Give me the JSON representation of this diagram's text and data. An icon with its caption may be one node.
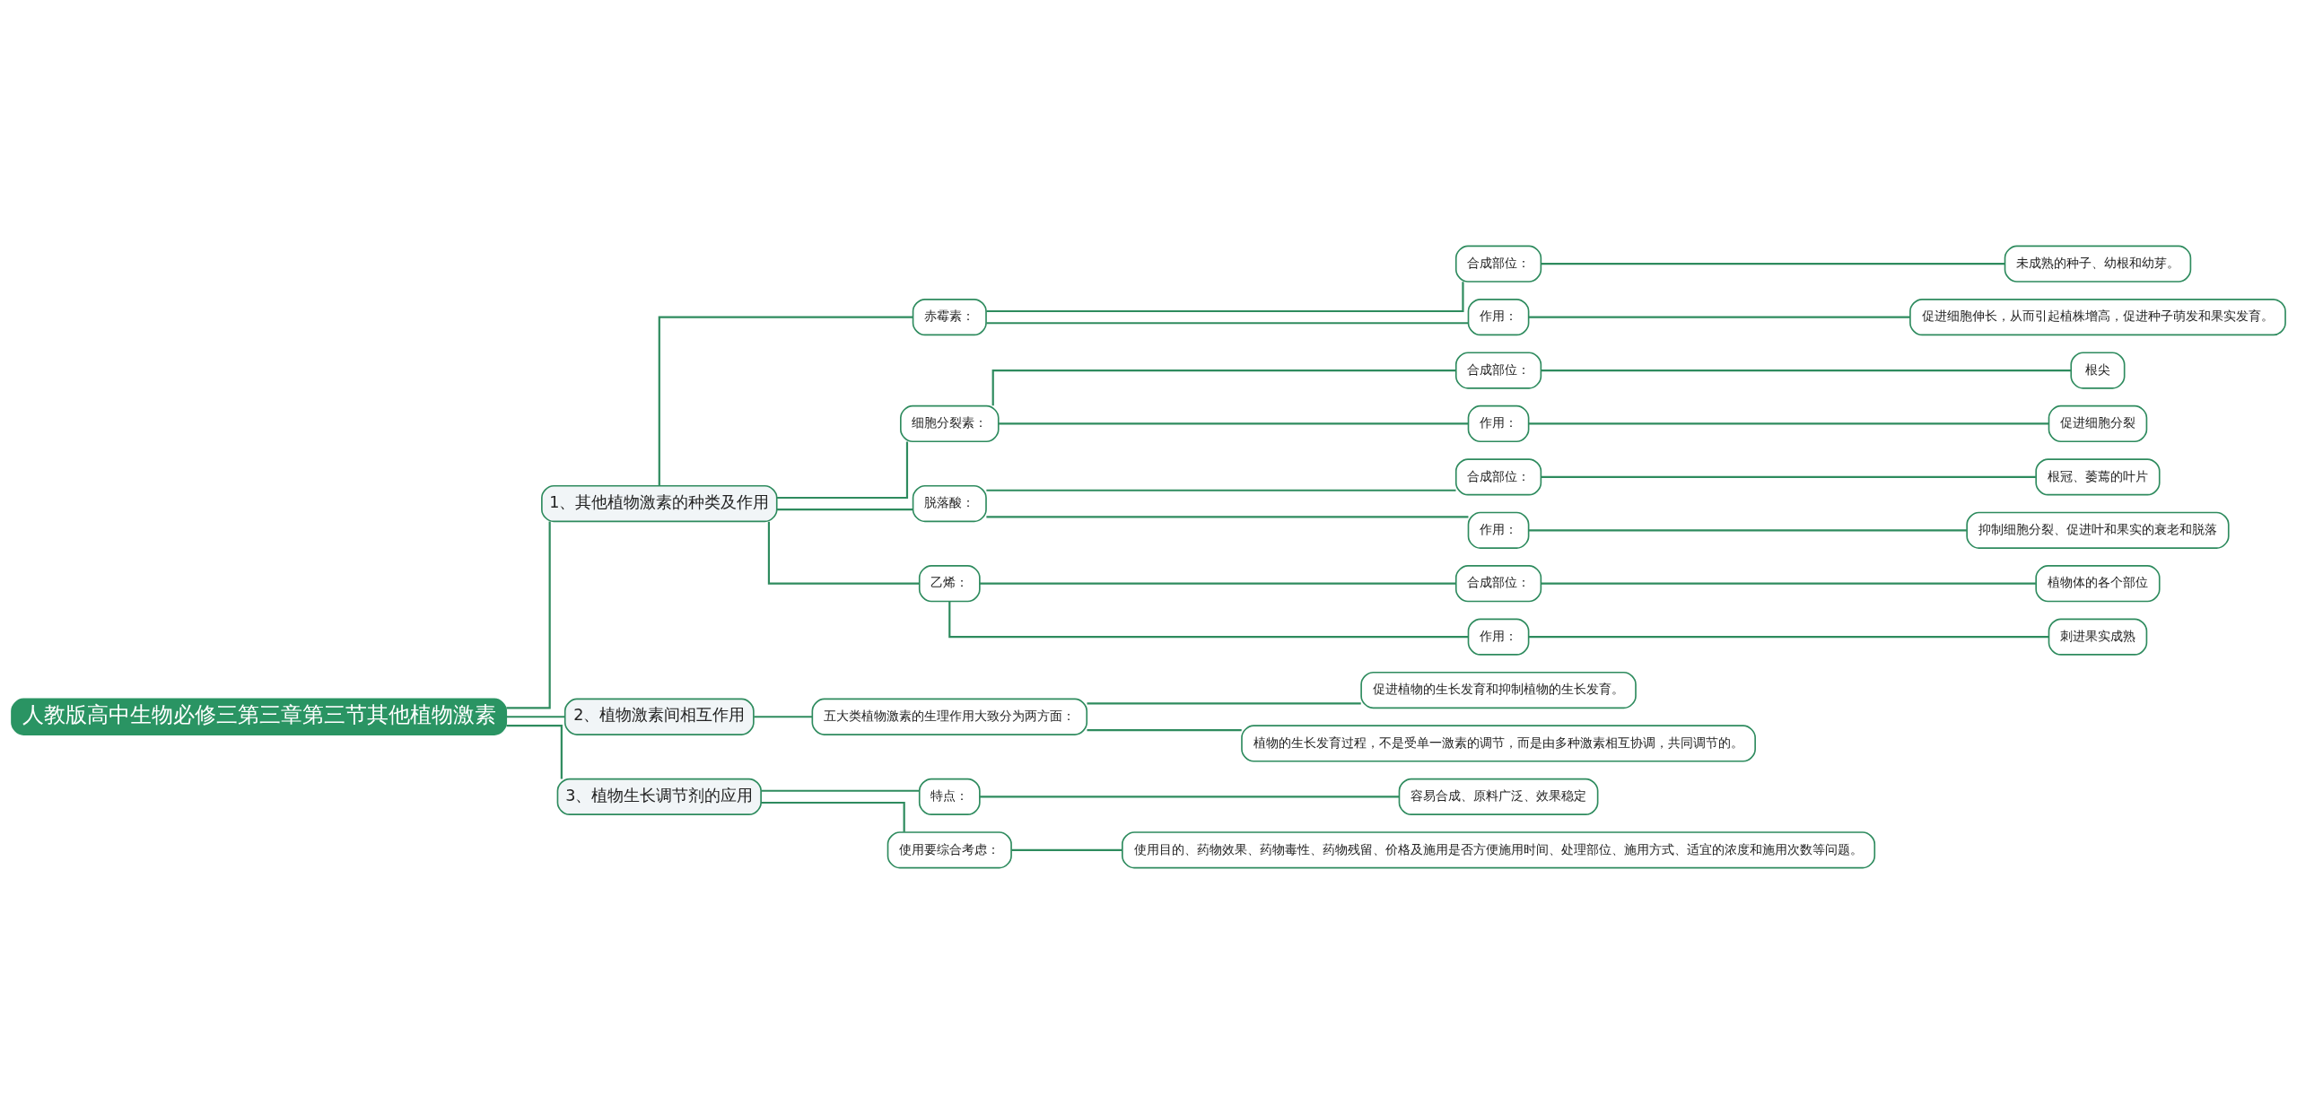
{
  "diagram": {
    "nodes": [
      {
        "text": [
          "人教版高中生物必修三第三章第三节其他植物激素"
        ]
      },
      {
        "text": [
          "1、其他植物激素的种类及作用"
        ]
      },
      {
        "text": [
          "赤霉素："
        ]
      },
      {
        "text": [
          "合成部位："
        ]
      },
      {
        "text": [
          "未成熟的种子、幼根和幼芽。"
        ]
      },
      {
        "text": [
          "作用："
        ]
      },
      {
        "text": [
          "促进细胞伸长，从而引起植株增高，促进种子萌发和果实发育。"
        ]
      },
      {
        "text": [
          "细胞分裂素："
        ]
      },
      {
        "text": [
          "合成部位："
        ]
      },
      {
        "text": [
          "根尖"
        ]
      },
      {
        "text": [
          "作用："
        ]
      },
      {
        "text": [
          "促进细胞分裂"
        ]
      },
      {
        "text": [
          "脱落酸："
        ]
      },
      {
        "text": [
          "合成部位："
        ]
      },
      {
        "text": [
          "根冠、萎蔫的叶片"
        ]
      },
      {
        "text": [
          "作用："
        ]
      },
      {
        "text": [
          "抑制细胞分裂、促进叶和果实的衰老和脱落"
        ]
      },
      {
        "text": [
          "乙烯："
        ]
      },
      {
        "text": [
          "合成部位："
        ]
      },
      {
        "text": [
          "植物体的各个部位"
        ]
      },
      {
        "text": [
          "作用："
        ]
      },
      {
        "text": [
          "刺进果实成熟"
        ]
      },
      {
        "text": [
          "2、植物激素间相互作用"
        ]
      },
      {
        "text": [
          "五大类植物激素的生理作用大致分为两方面："
        ]
      },
      {
        "text": [
          "促进植物的生长发育和抑制植物的生长发育。"
        ]
      },
      {
        "text": [
          "植物的生长发育过程，不是受单一激素的调节，而是由多种激素相互协调，共同调节的。"
        ]
      },
      {
        "text": [
          "3、植物生长调节剂的应用"
        ]
      },
      {
        "text": [
          "特点："
        ]
      },
      {
        "text": [
          "容易合成、原料广泛、效果稳定"
        ]
      },
      {
        "text": [
          "使用要综合考虑："
        ]
      },
      {
        "text": [
          "使用目的、药物效果、药物毒性、药物残留、价格及施用是否方便施用时间、处理部位、施用方式、适宜的浓度和施用次数等问题。"
        ]
      }
    ],
    "edges": [
      {
        "from": 0,
        "to": 1,
        "arrow": "none"
      },
      {
        "from": 1,
        "to": 2,
        "arrow": "none"
      },
      {
        "from": 2,
        "to": 3,
        "arrow": "none"
      },
      {
        "from": 3,
        "to": 4,
        "arrow": "none"
      },
      {
        "from": 2,
        "to": 5,
        "arrow": "none"
      },
      {
        "from": 5,
        "to": 6,
        "arrow": "none"
      },
      {
        "from": 1,
        "to": 7,
        "arrow": "none"
      },
      {
        "from": 7,
        "to": 8,
        "arrow": "none"
      },
      {
        "from": 8,
        "to": 9,
        "arrow": "none"
      },
      {
        "from": 7,
        "to": 10,
        "arrow": "none"
      },
      {
        "from": 10,
        "to": 11,
        "arrow": "none"
      },
      {
        "from": 1,
        "to": 12,
        "arrow": "none"
      },
      {
        "from": 12,
        "to": 13,
        "arrow": "none"
      },
      {
        "from": 13,
        "to": 14,
        "arrow": "none"
      },
      {
        "from": 12,
        "to": 15,
        "arrow": "none"
      },
      {
        "from": 15,
        "to": 16,
        "arrow": "none"
      },
      {
        "from": 1,
        "to": 17,
        "arrow": "none"
      },
      {
        "from": 17,
        "to": 18,
        "arrow": "none"
      },
      {
        "from": 18,
        "to": 19,
        "arrow": "none"
      },
      {
        "from": 17,
        "to": 20,
        "arrow": "none"
      },
      {
        "from": 20,
        "to": 21,
        "arrow": "none"
      },
      {
        "from": 0,
        "to": 22,
        "arrow": "none"
      },
      {
        "from": 22,
        "to": 23,
        "arrow": "none"
      },
      {
        "from": 23,
        "to": 24,
        "arrow": "none"
      },
      {
        "from": 23,
        "to": 25,
        "arrow": "none"
      },
      {
        "from": 0,
        "to": 26,
        "arrow": "none"
      },
      {
        "from": 26,
        "to": 27,
        "arrow": "none"
      },
      {
        "from": 27,
        "to": 28,
        "arrow": "none"
      },
      {
        "from": 26,
        "to": 29,
        "arrow": "none"
      },
      {
        "from": 29,
        "to": 30,
        "arrow": "none"
      }
    ]
  }
}
